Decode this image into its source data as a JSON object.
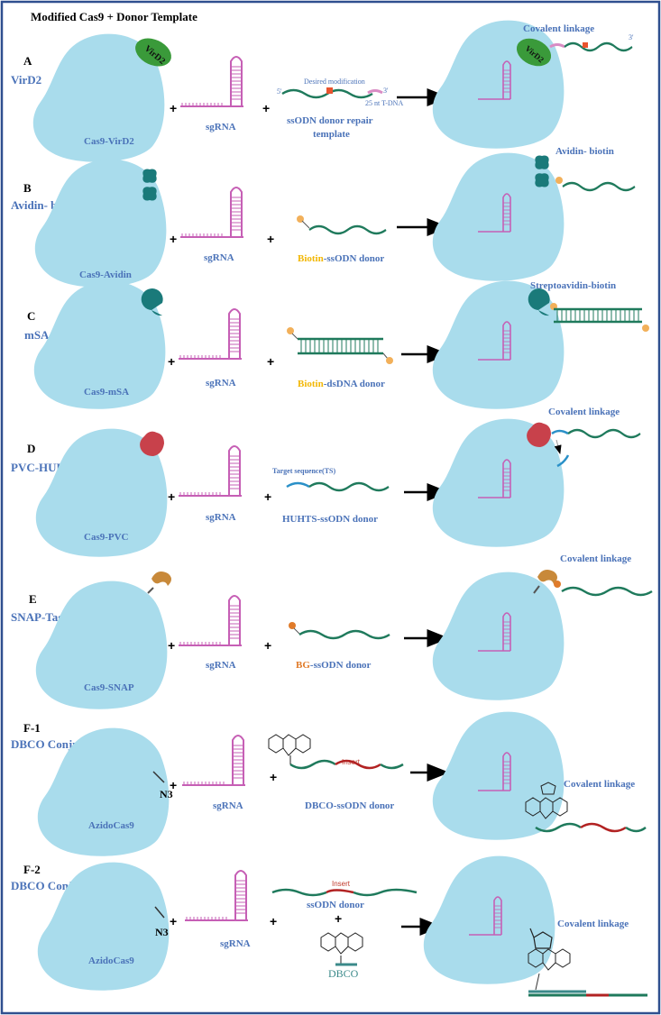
{
  "title": "Modified Cas9 + Donor Template",
  "plus": "+",
  "colors": {
    "border": "#2f4f8f",
    "protein": "#a9dcec",
    "sgrna": "#c65fb5",
    "dna": "#1f7a5c",
    "accent_blue": "#4a72b8",
    "biotin": "#f2b705",
    "bg": "#e07b2a",
    "virD2": "#3a9a3a",
    "avidin": "#1a7a7a",
    "huh": "#c8414b",
    "snap": "#c8893a",
    "insert": "#b22222"
  },
  "sections": [
    {
      "letter": "A",
      "name": "VirD2",
      "protein_label": "Cas9-VirD2",
      "sgrna_label": "sgRNA",
      "donor_label_1": "ssODN donor repair",
      "donor_label_2": "template",
      "mod_label": "Desired modification",
      "tdna_label": "25 nt T-DNA",
      "five_prime": "5'",
      "three_prime": "3'",
      "tag_text": "VirD2",
      "result_label": "Covalent linkage"
    },
    {
      "letter": "B",
      "name": "Avidin- biotin",
      "protein_label": "Cas9-Avidin",
      "sgrna_label": "sgRNA",
      "donor_prefix": "Biotin",
      "donor_suffix": "-ssODN donor",
      "result_label": "Avidin- biotin"
    },
    {
      "letter": "C",
      "name": "mSA",
      "protein_label": "Cas9-mSA",
      "sgrna_label": "sgRNA",
      "donor_prefix": "Biotin",
      "donor_suffix": "-dsDNA donor",
      "result_label": "Streptoavidin-biotin"
    },
    {
      "letter": "D",
      "name": "PVC-HUH",
      "protein_label": "Cas9-PVC",
      "sgrna_label": "sgRNA",
      "ts_label": "Target sequence(TS)",
      "donor_label": "HUHTS-ssODN donor",
      "result_label": "Covalent linkage"
    },
    {
      "letter": "E",
      "name": "SNAP-Tag",
      "protein_label": "Cas9-SNAP",
      "sgrna_label": "sgRNA",
      "donor_prefix": "BG",
      "donor_suffix": "-ssODN donor",
      "result_label": "Covalent linkage"
    },
    {
      "letter": "F-1",
      "name": "DBCO Conjugation",
      "protein_label": "AzidoCas9",
      "n3_label": "N3",
      "sgrna_label": "sgRNA",
      "insert_label": "Insert",
      "donor_label": "DBCO-ssODN donor",
      "result_label": "Covalent linkage"
    },
    {
      "letter": "F-2",
      "name": "DBCO Conjugation",
      "protein_label": "AzidoCas9",
      "n3_label": "N3",
      "sgrna_label": "sgRNA",
      "insert_label": "Insert",
      "donor_label": "ssODN donor",
      "dbco_label": "DBCO",
      "result_label": "Covalent linkage"
    }
  ]
}
